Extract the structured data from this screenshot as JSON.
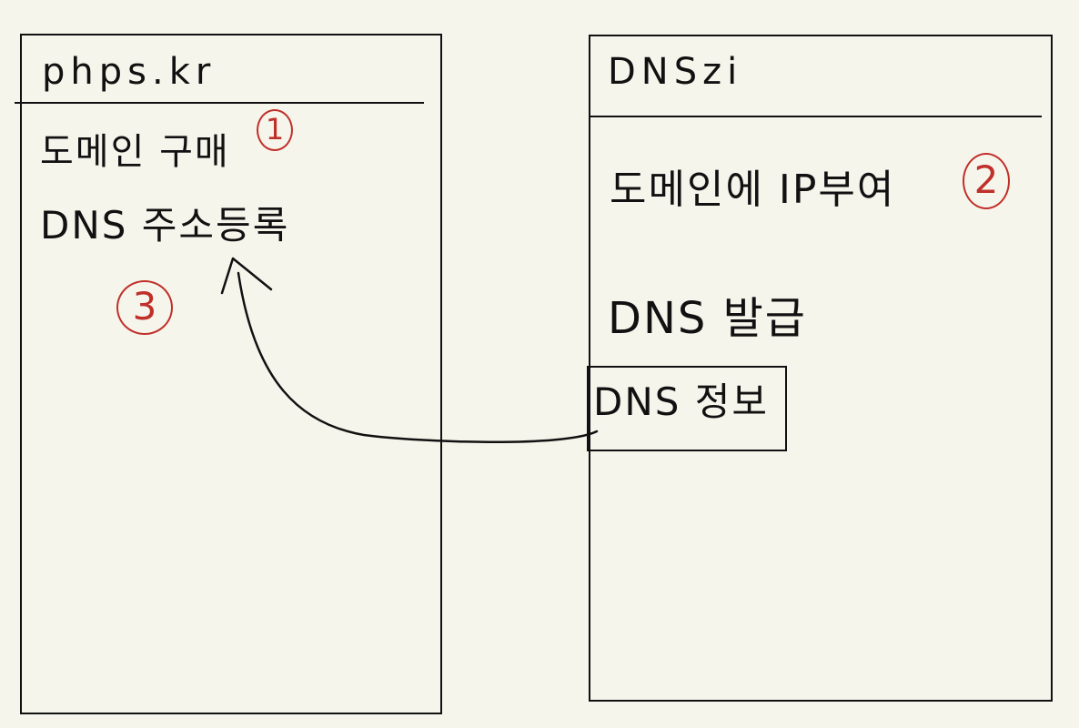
{
  "left_panel": {
    "title": "phps.kr",
    "steps": [
      "도메인 구매",
      "DNS 주소등록"
    ],
    "badge_1": "1",
    "badge_3": "3"
  },
  "right_panel": {
    "title": "DNSzi",
    "steps": [
      "도메인에 IP부여",
      "DNS 발급"
    ],
    "badge_2": "2",
    "info_label": "DNS 정보"
  },
  "colors": {
    "ink": "#111111",
    "badge": "#c0302a",
    "background": "#f6f5ec"
  }
}
